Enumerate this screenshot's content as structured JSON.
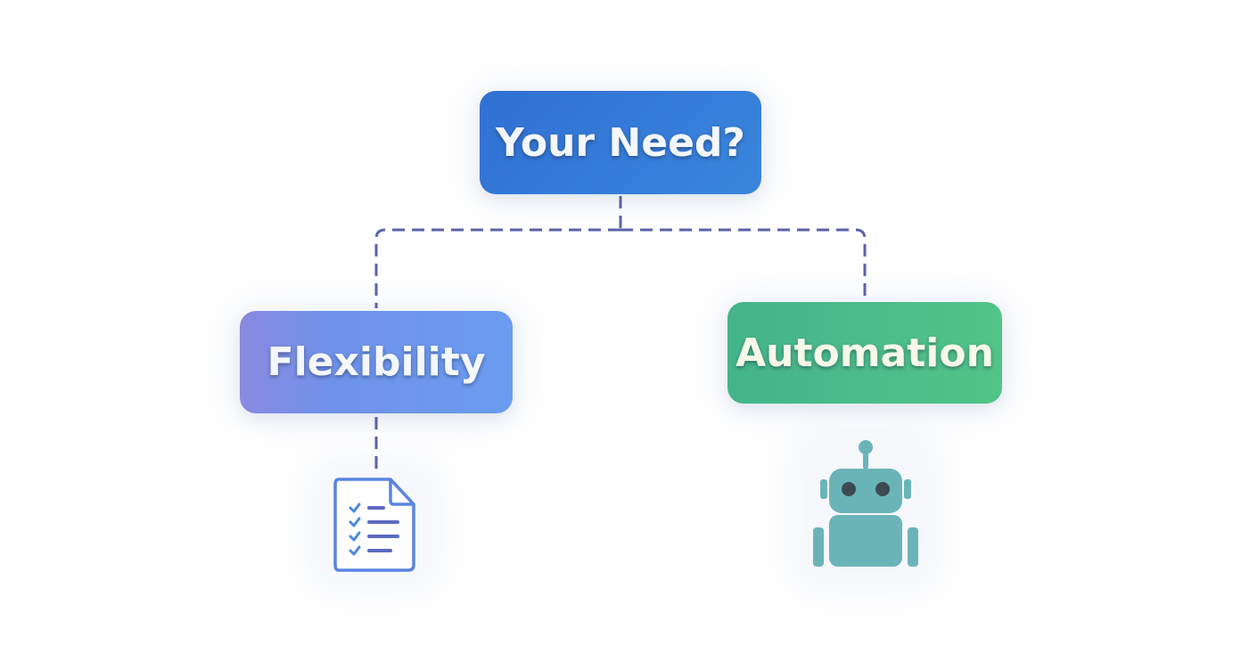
{
  "diagram": {
    "root": {
      "label": "Your Need?"
    },
    "branches": [
      {
        "label": "Flexibility",
        "icon": "checklist-document-icon",
        "color": "#6f92ea"
      },
      {
        "label": "Automation",
        "icon": "robot-icon",
        "color": "#4cbc88"
      }
    ],
    "colors": {
      "root": "#3478d8",
      "connector": "#5a62a8",
      "doc_icon": "#5b84e0",
      "check": "#4a8ad8",
      "robot": "#6ab4b8"
    }
  }
}
